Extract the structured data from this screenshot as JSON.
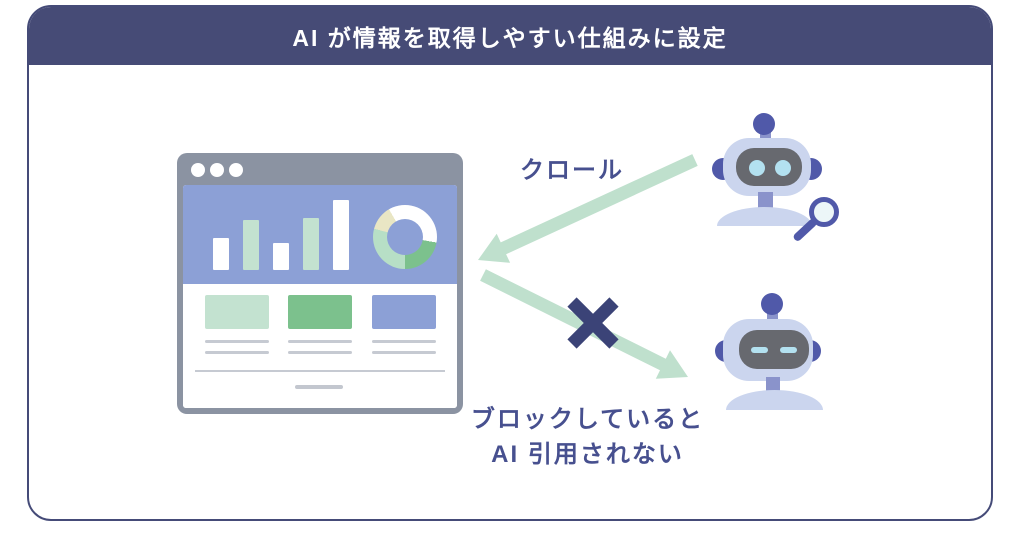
{
  "colors": {
    "banner_bg": "#464b76",
    "banner_text": "#ffffff",
    "label_text": "#47508f",
    "arrow": "#bfe0cd",
    "x_mark": "#3b4377",
    "browser_frame": "#8b93a2",
    "hero_bg": "#8ca0d6",
    "mint": "#c3e2d0",
    "green": "#7cc18d",
    "periwinkle": "#8ca0d6",
    "robot_body": "#cbd5ee",
    "robot_accent": "#5059a9",
    "robot_accent_light": "#8a93cb",
    "robot_face": "#67696f",
    "robot_eye": "#b3e1f0",
    "content_line": "#c6cad2",
    "card_border": "#454b78"
  },
  "banner": {
    "title": "AI が情報を取得しやすい仕組みに設定"
  },
  "labels": {
    "crawl": "クロール",
    "blocked_line1": "ブロックしていると",
    "blocked_line2": "AI 引用されない"
  },
  "browser": {
    "titlebar_dot_count": 3,
    "hero": {
      "bars": [
        {
          "height": 32,
          "color": "#ffffff"
        },
        {
          "height": 50,
          "color": "#c3e2d0"
        },
        {
          "height": 27,
          "color": "#ffffff"
        },
        {
          "height": 52,
          "color": "#c3e2d0"
        },
        {
          "height": 70,
          "color": "#ffffff"
        }
      ],
      "donut_segments": [
        {
          "name": "white",
          "deg": 100,
          "color": "#ffffff"
        },
        {
          "name": "green",
          "deg": 80,
          "color": "#7cc18d"
        },
        {
          "name": "mint",
          "deg": 105,
          "color": "#b7dfc6"
        },
        {
          "name": "cream",
          "deg": 45,
          "color": "#e9e6c4"
        },
        {
          "name": "white-2",
          "deg": 30,
          "color": "#ffffff"
        }
      ]
    },
    "cards": [
      {
        "color": "#c3e2d0",
        "line_count": 2
      },
      {
        "color": "#7cc18d",
        "line_count": 2
      },
      {
        "color": "#8ca0d6",
        "line_count": 2
      }
    ]
  },
  "robots": {
    "active": {
      "eyes": "open",
      "has_magnifier": true
    },
    "blocked": {
      "eyes": "closed",
      "has_magnifier": false
    }
  }
}
